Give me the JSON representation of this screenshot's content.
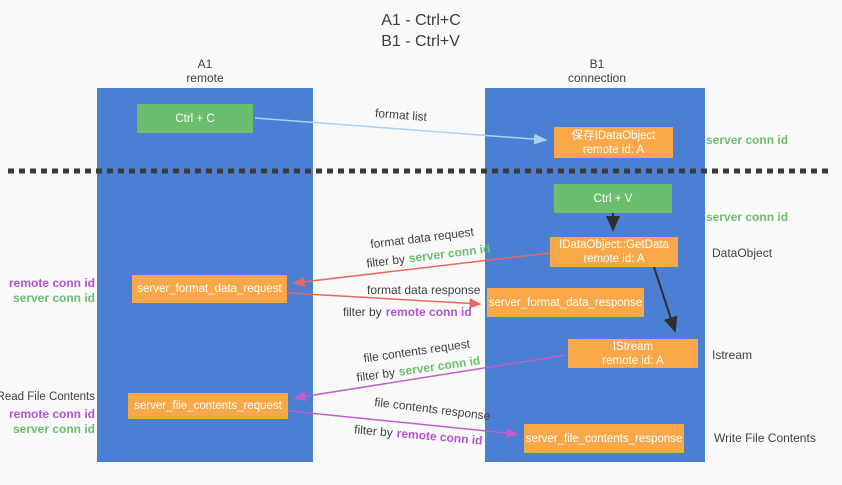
{
  "title": {
    "line1": "A1 - Ctrl+C",
    "line2": "B1 - Ctrl+V"
  },
  "columns": {
    "left": {
      "name": "A1",
      "role": "remote"
    },
    "right": {
      "name": "B1",
      "role": "connection"
    }
  },
  "boxes": {
    "ctrl_c": {
      "label": "Ctrl + C"
    },
    "ctrl_v": {
      "label": "Ctrl + V"
    },
    "save_idataobject": {
      "line1": "保存IDataObject",
      "line2": "remote id: A"
    },
    "getdata": {
      "line1": "IDataObject::GetData",
      "line2": "remote id: A"
    },
    "istream": {
      "line1": "IStream",
      "line2": "remote id: A"
    },
    "format_request": {
      "label": "server_format_data_request"
    },
    "format_response": {
      "label": "server_format_data_response"
    },
    "file_request": {
      "label": "server_file_contents_request"
    },
    "file_response": {
      "label": "server_file_contents_response"
    }
  },
  "arrow_labels": {
    "format_list": "format list",
    "format_data_request": "format data request",
    "format_data_response": "format data response",
    "file_contents_request": "file contents request",
    "file_contents_response": "file contents response",
    "filter_by": "filter by",
    "server_conn_id": "server conn id",
    "remote_conn_id": "remote conn id"
  },
  "side_labels": {
    "server_conn_id": "server conn id",
    "remote_conn_id": "remote conn id",
    "read_file_contents": "Read File Contents",
    "write_file_contents": "Write File Contents",
    "dataobject": "DataObject",
    "istream": "Istream"
  },
  "colors": {
    "background": "#f9f9f9",
    "column_blue": "#4a7fd4",
    "box_green": "#6abe6e",
    "box_orange": "#f8a848",
    "arrow_red": "#e8685f",
    "arrow_magenta": "#c05fc8",
    "arrow_light_blue": "#a9d3f2",
    "arrow_black": "#2f2f2f",
    "text_green": "#6abe6e",
    "text_purple": "#b254d2",
    "text_dark": "#3d3d3d"
  }
}
